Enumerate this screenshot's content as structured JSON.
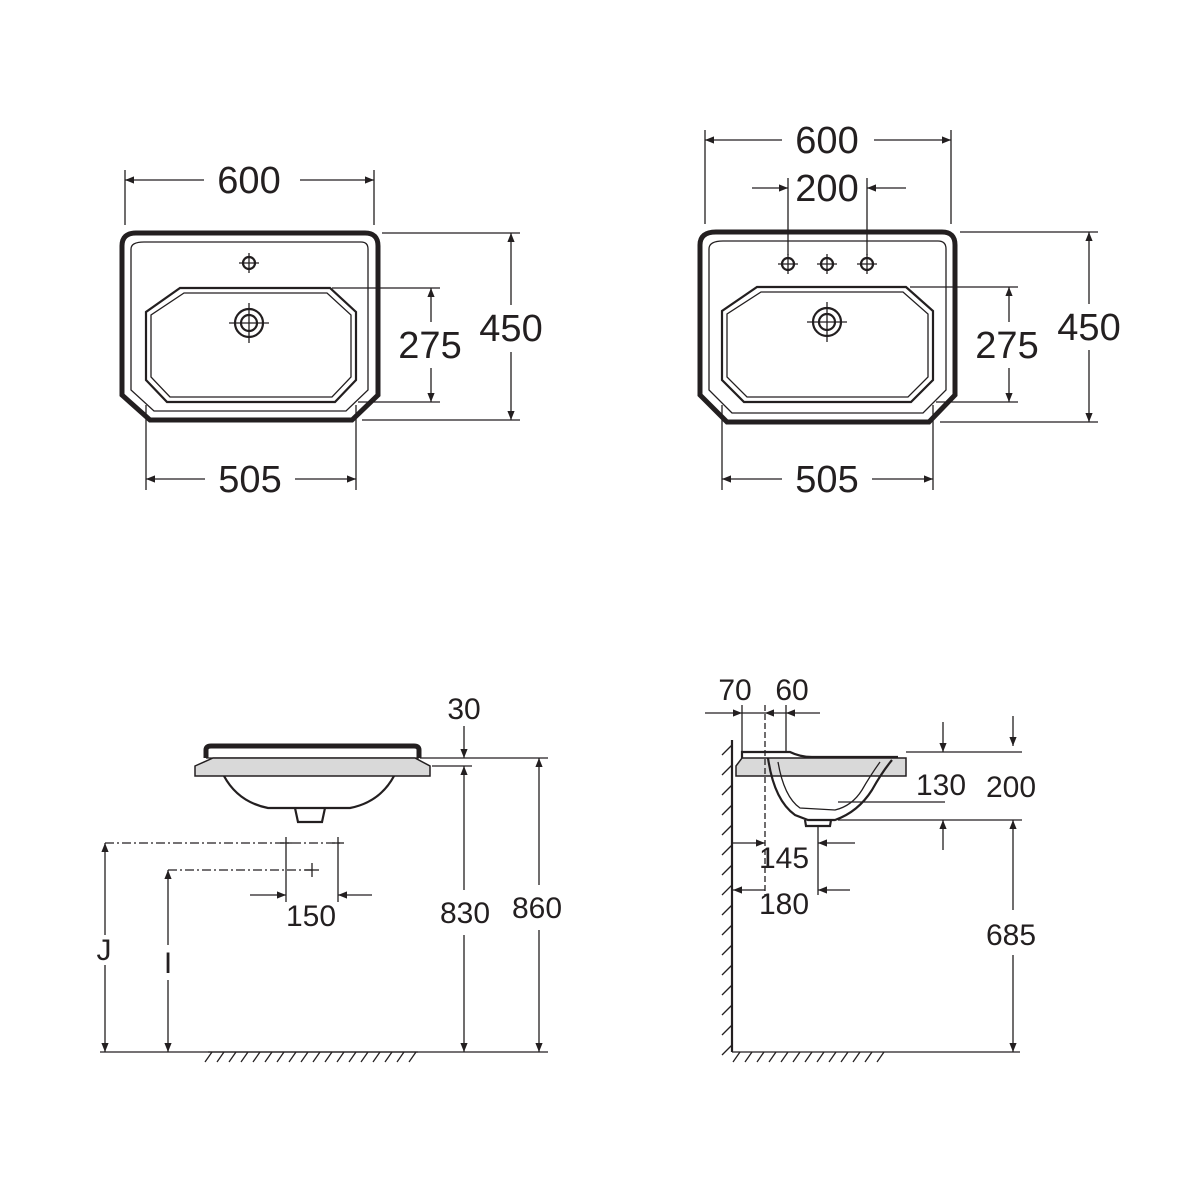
{
  "views": {
    "top_one_hole": {
      "overall_width": "600",
      "overall_depth": "450",
      "bowl_depth": "275",
      "bowl_width": "505"
    },
    "top_three_hole": {
      "overall_width": "600",
      "tap_spacing": "200",
      "overall_depth": "450",
      "bowl_depth": "275",
      "bowl_width": "505"
    },
    "front_elevation": {
      "rim_thickness": "30",
      "waste_spacing": "150",
      "label_j": "J",
      "label_i": "I",
      "height_to_counter": "830",
      "height_to_rim": "860"
    },
    "side_elevation": {
      "wall_to_bowl": "70",
      "bowl_offset": "60",
      "bowl_height": "130",
      "basin_height": "200",
      "waste_from_wall_a": "145",
      "waste_from_wall_b": "180",
      "waste_height": "685"
    }
  }
}
